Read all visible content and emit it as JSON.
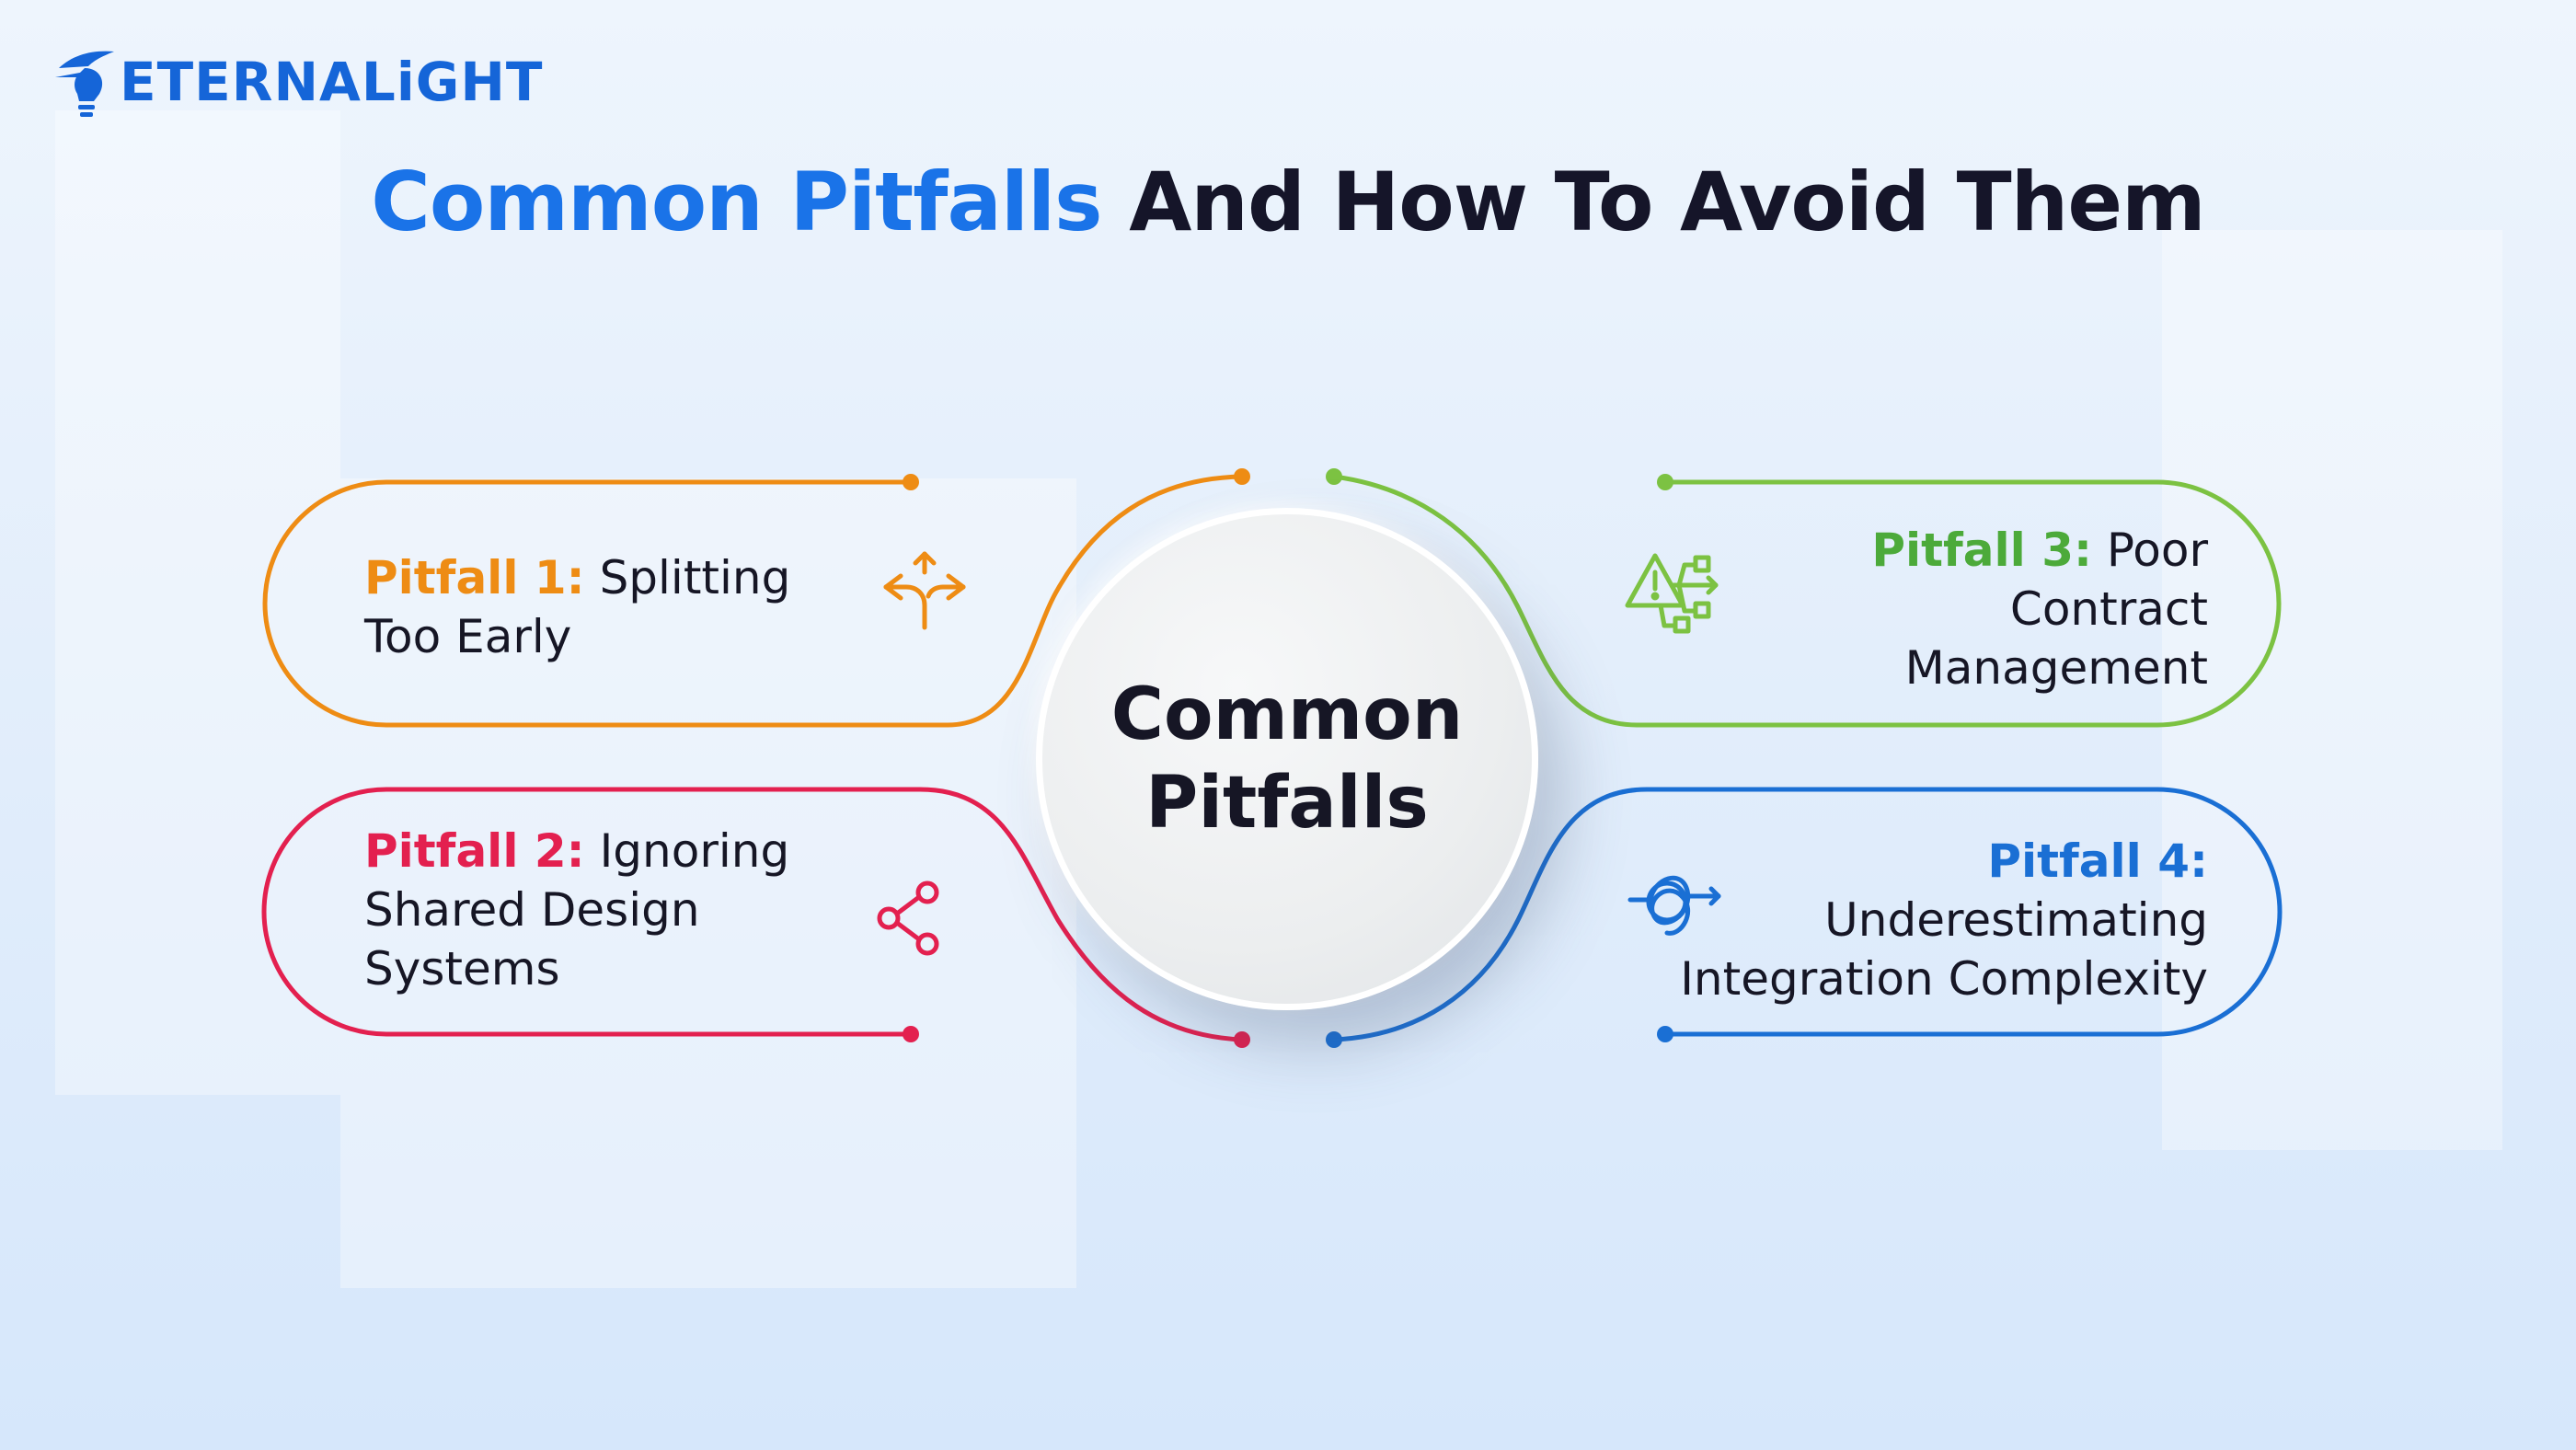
{
  "brand": {
    "name": "ETERNALiGHT"
  },
  "title": {
    "accent": "Common Pitfalls",
    "rest": " And How To Avoid Them"
  },
  "hub": {
    "label": "Common\nPitfalls"
  },
  "pitfalls": [
    {
      "label": "Pitfall 1:",
      "text": "Splitting Too Early",
      "color": "#ee8c14",
      "icon": "split-arrows-icon"
    },
    {
      "label": "Pitfall 2:",
      "text": "Ignoring Shared Design Systems",
      "color": "#e3204f",
      "icon": "share-nodes-icon"
    },
    {
      "label": "Pitfall 3:",
      "text": "Poor Contract Management",
      "color": "#7cc242",
      "icon": "warning-network-icon"
    },
    {
      "label": "Pitfall 4:",
      "text": "Underestimating Integration Complexity",
      "color": "#1a6fd4",
      "icon": "tangled-loop-icon"
    }
  ],
  "colors": {
    "accent": "#1a73e8",
    "dark": "#161625",
    "pitfall3_label": "#4caa3a"
  }
}
